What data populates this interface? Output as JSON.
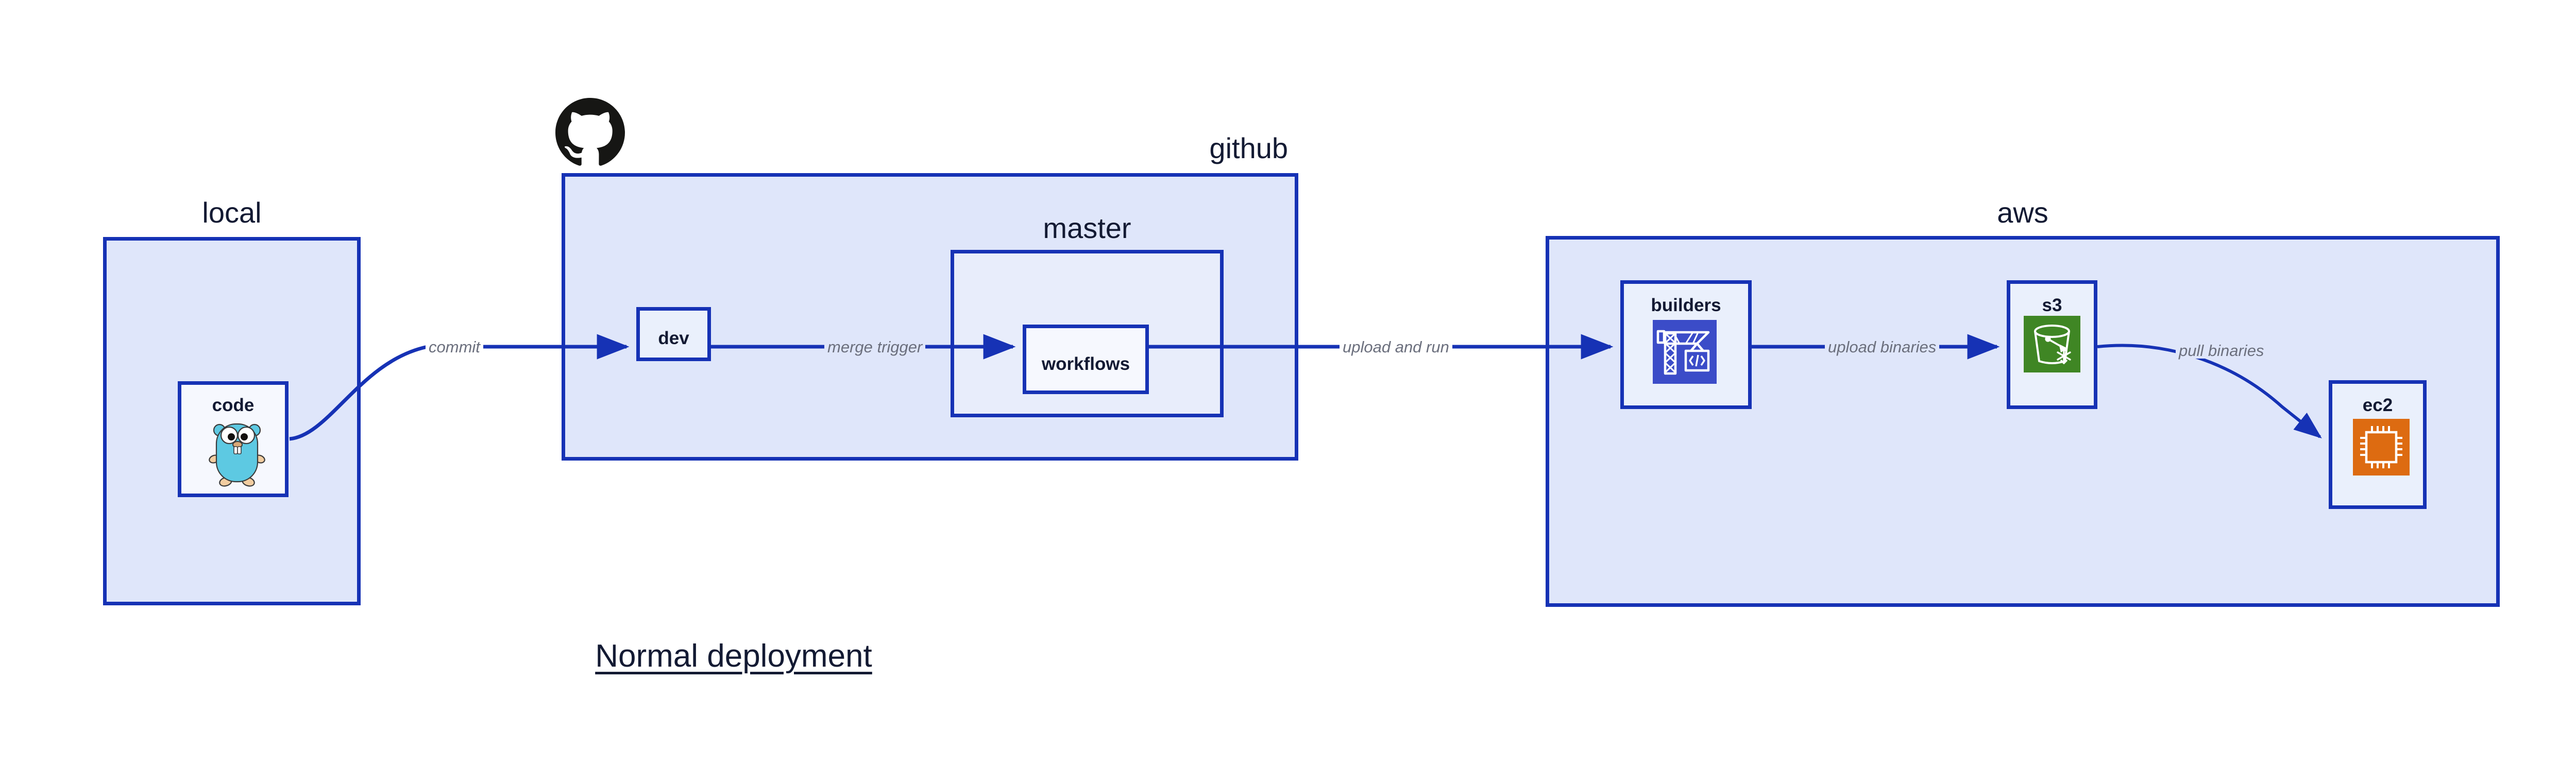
{
  "title": {
    "text": "Normal deployment"
  },
  "groups": [
    {
      "id": "local",
      "label": "local",
      "label_align": "center"
    },
    {
      "id": "github",
      "label": "github",
      "label_align": "right"
    },
    {
      "id": "master",
      "label": "master",
      "label_align": "center"
    },
    {
      "id": "aws",
      "label": "aws",
      "label_align": "center"
    }
  ],
  "nodes": [
    {
      "id": "code",
      "label": "code",
      "icon": "go-gopher-icon"
    },
    {
      "id": "dev",
      "label": "dev",
      "icon": null
    },
    {
      "id": "workflows",
      "label": "workflows",
      "icon": null
    },
    {
      "id": "builders",
      "label": "builders",
      "icon": "aws-codebuild-crane-icon"
    },
    {
      "id": "s3",
      "label": "s3",
      "icon": "aws-s3-bucket-icon"
    },
    {
      "id": "ec2",
      "label": "ec2",
      "icon": "aws-ec2-chip-icon"
    }
  ],
  "edges": [
    {
      "id": "commit",
      "label": "commit",
      "from": "code",
      "to": "dev"
    },
    {
      "id": "merge-trigger",
      "label": "merge trigger",
      "from": "dev",
      "to": "workflows"
    },
    {
      "id": "upload-and-run",
      "label": "upload and run",
      "from": "workflows",
      "to": "builders"
    },
    {
      "id": "upload-binaries",
      "label": "upload binaries",
      "from": "builders",
      "to": "s3"
    },
    {
      "id": "pull-binaries",
      "label": "pull binaries",
      "from": "s3",
      "to": "ec2"
    }
  ],
  "logos": [
    {
      "id": "github-octocat",
      "name": "github-octocat-logo"
    }
  ],
  "colors": {
    "edge": "#1632b5",
    "group_border": "#1632b5",
    "group_fill": "#dfe6fa",
    "inner_group_fill": "#e8edfb",
    "node_fill": "#eaf0fc",
    "node_white_fill": "#f6f8fe",
    "text": "#131a33",
    "edge_label": "#6b6f7d",
    "codebuild_tile": "#3b4cc8",
    "s3_tile": "#3f8624",
    "ec2_tile": "#dd6b11",
    "gopher_body": "#5dc9e2",
    "gopher_limb": "#f2cda0",
    "octocat": "#161614"
  }
}
